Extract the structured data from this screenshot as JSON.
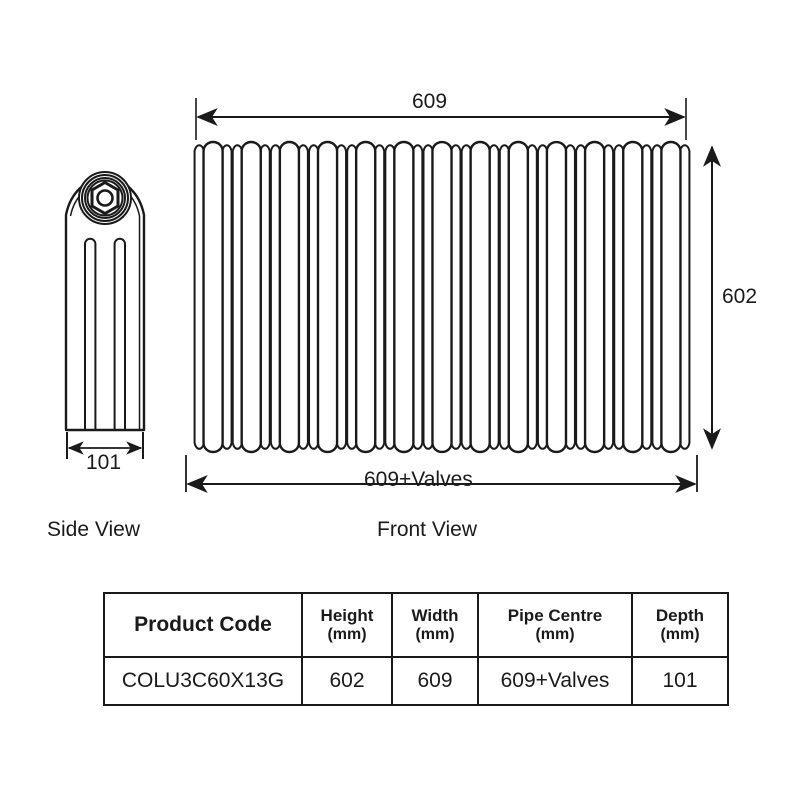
{
  "drawing": {
    "title": "Column Radiator Dimensional Drawing",
    "line_color": "#1a1a1a",
    "fill_color": "#ffffff",
    "background": "#ffffff",
    "views": [
      {
        "id": "side",
        "label": "Side View"
      },
      {
        "id": "front",
        "label": "Front View"
      }
    ],
    "side_view": {
      "label": "Side View",
      "depth_dimension": "101",
      "valve_type": "hex-nut",
      "internal_slots": 2,
      "columns": 3
    },
    "front_view": {
      "label": "Front View",
      "width_dimension": "609",
      "height_dimension": "602",
      "pipe_centre_dimension": "609+Valves",
      "sections": 13,
      "columns_per_section": 3
    }
  },
  "dimensions": {
    "top_width": "609",
    "right_height": "602",
    "bottom_width": "609+Valves",
    "side_depth": "101"
  },
  "spec_table": {
    "headers": [
      {
        "line1": "Product Code",
        "line2": ""
      },
      {
        "line1": "Height",
        "line2": "(mm)"
      },
      {
        "line1": "Width",
        "line2": "(mm)"
      },
      {
        "line1": "Pipe Centre",
        "line2": "(mm)"
      },
      {
        "line1": "Depth",
        "line2": "(mm)"
      }
    ],
    "rows": [
      {
        "product_code": "COLU3C60X13G",
        "height": "602",
        "width": "609",
        "pipe_centre": "609+Valves",
        "depth": "101"
      }
    ]
  }
}
